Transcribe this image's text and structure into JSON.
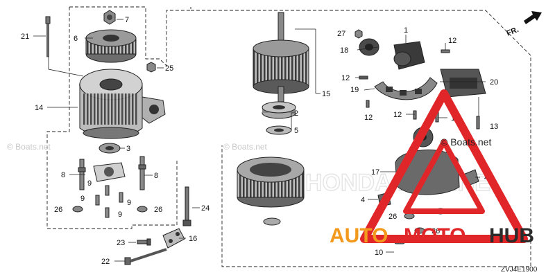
{
  "diagram": {
    "code": "ZVJ4E1900",
    "direction_label": "FR.",
    "watermark_text": "© Boats.net",
    "bg_watermark_text": "HONDA MARINE",
    "logo": {
      "word1": "AUTO",
      "word2": "MOTO",
      "word3": "HUB",
      "watermark_text": "© Boats.net"
    },
    "callouts": [
      {
        "id": "c1",
        "label": "1"
      },
      {
        "id": "c2",
        "label": "2"
      },
      {
        "id": "c3",
        "label": "3"
      },
      {
        "id": "c4a",
        "label": "4"
      },
      {
        "id": "c4b",
        "label": "4"
      },
      {
        "id": "c5",
        "label": "5"
      },
      {
        "id": "c6",
        "label": "6"
      },
      {
        "id": "c7",
        "label": "7"
      },
      {
        "id": "c8a",
        "label": "8"
      },
      {
        "id": "c8b",
        "label": "8"
      },
      {
        "id": "c9a",
        "label": "9"
      },
      {
        "id": "c9b",
        "label": "9"
      },
      {
        "id": "c9c",
        "label": "9"
      },
      {
        "id": "c9d",
        "label": "9"
      },
      {
        "id": "c10",
        "label": "10"
      },
      {
        "id": "c11",
        "label": "11"
      },
      {
        "id": "c12a",
        "label": "12"
      },
      {
        "id": "c12b",
        "label": "12"
      },
      {
        "id": "c12c",
        "label": "12"
      },
      {
        "id": "c12d",
        "label": "12"
      },
      {
        "id": "c13",
        "label": "13"
      },
      {
        "id": "c14",
        "label": "14"
      },
      {
        "id": "c15",
        "label": "15"
      },
      {
        "id": "c16",
        "label": "16"
      },
      {
        "id": "c17",
        "label": "17"
      },
      {
        "id": "c18",
        "label": "18"
      },
      {
        "id": "c19",
        "label": "19"
      },
      {
        "id": "c20",
        "label": "20"
      },
      {
        "id": "c21",
        "label": "21"
      },
      {
        "id": "c22",
        "label": "22"
      },
      {
        "id": "c23",
        "label": "23"
      },
      {
        "id": "c24",
        "label": "24"
      },
      {
        "id": "c25",
        "label": "25"
      },
      {
        "id": "c26a",
        "label": "26"
      },
      {
        "id": "c26b",
        "label": "26"
      },
      {
        "id": "c26c",
        "label": "26"
      },
      {
        "id": "c26d",
        "label": "26"
      },
      {
        "id": "c26e",
        "label": "26"
      },
      {
        "id": "c27",
        "label": "27"
      }
    ],
    "colors": {
      "line": "#1a1a1a",
      "part_fill": "#9a9a9a",
      "part_dark": "#4a4a4a",
      "logo_red": "#e1262a",
      "logo_orange": "#f39a1e",
      "logo_dark": "#2b2b2b",
      "watermark": "#cfcfcf"
    }
  }
}
